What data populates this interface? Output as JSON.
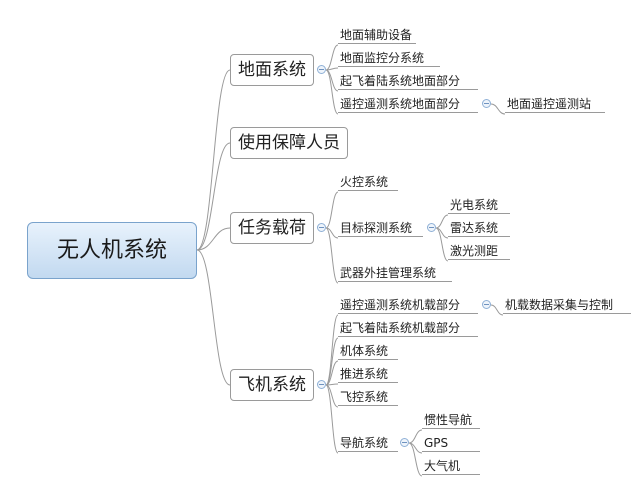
{
  "root": {
    "label": "无人机系统"
  },
  "branches": {
    "ground": {
      "label": "地面系统",
      "items": [
        "地面辅助设备",
        "地面监控分系统",
        "起飞着陆系统地面部分",
        "遥控遥测系统地面部分"
      ],
      "sub": {
        "remote": [
          "地面遥控遥测站"
        ]
      }
    },
    "personnel": {
      "label": "使用保障人员"
    },
    "mission": {
      "label": "任务载荷",
      "items": [
        "火控系统",
        "目标探测系统",
        "武器外挂管理系统"
      ],
      "sub": {
        "detect": [
          "光电系统",
          "雷达系统",
          "激光测距"
        ]
      }
    },
    "aircraft": {
      "label": "飞机系统",
      "items": [
        "遥控遥测系统机载部分",
        "起飞着陆系统机载部分",
        "机体系统",
        "推进系统",
        "飞控系统",
        "导航系统"
      ],
      "sub": {
        "remote": [
          "机载数据采集与控制"
        ],
        "nav": [
          "惯性导航",
          "GPS",
          "大气机"
        ]
      }
    }
  }
}
